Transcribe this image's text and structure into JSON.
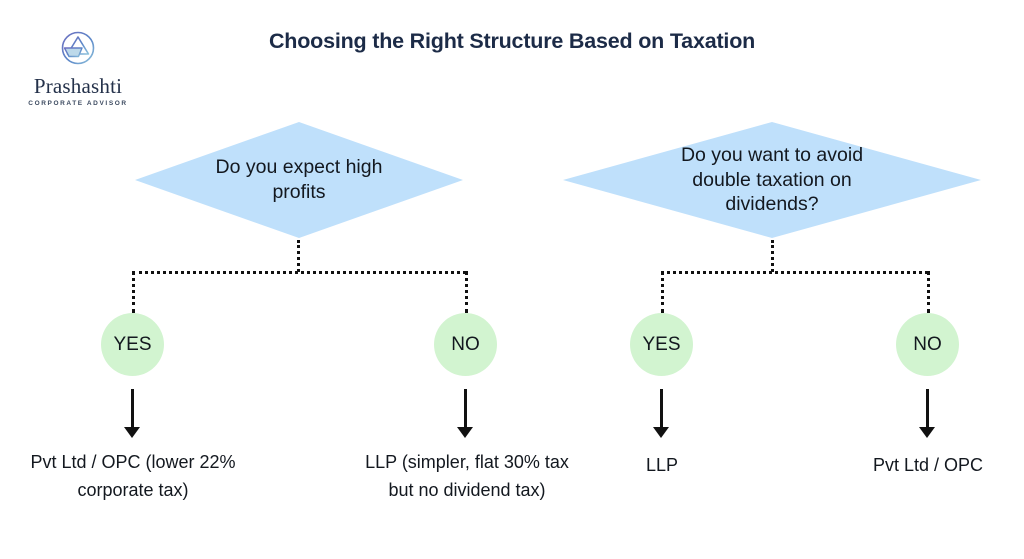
{
  "page": {
    "background": "#ffffff",
    "title": "Choosing the Right Structure Based on Taxation"
  },
  "brand": {
    "name": "Prashashti",
    "tagline": "CORPORATE ADVISOR",
    "logo_icon": "circle-triangle-arrow-logo-icon",
    "logo_color_start": "#5b7fc7",
    "logo_color_end": "#8ab8d6"
  },
  "colors": {
    "diamond_fill": "#bfe0fb",
    "circle_fill": "#d2f4d0",
    "line": "#111111",
    "title_text": "#1c2b47",
    "body_text": "#13181f"
  },
  "flow": {
    "branches": [
      {
        "id": "left",
        "question": "Do you expect high\nprofits",
        "question_line1": "Do you expect high",
        "question_line2": "profits",
        "answers": [
          {
            "label": "YES",
            "outcome": "Pvt Ltd / OPC (lower 22%\ncorporate tax)",
            "outcome_line1": "Pvt Ltd / OPC (lower 22%",
            "outcome_line2": "corporate tax)"
          },
          {
            "label": "NO",
            "outcome": "LLP (simpler, flat 30% tax\nbut no dividend tax)",
            "outcome_line1": "LLP (simpler, flat 30% tax",
            "outcome_line2": "but no dividend tax)"
          }
        ]
      },
      {
        "id": "right",
        "question": "Do you want to avoid\ndouble taxation on\ndividends?",
        "question_line1": "Do you want to avoid",
        "question_line2": "double taxation on",
        "question_line3": "dividends?",
        "answers": [
          {
            "label": "YES",
            "outcome": "LLP",
            "outcome_line1": "LLP",
            "outcome_line2": ""
          },
          {
            "label": "NO",
            "outcome": "Pvt Ltd / OPC",
            "outcome_line1": "Pvt Ltd / OPC",
            "outcome_line2": ""
          }
        ]
      }
    ]
  }
}
